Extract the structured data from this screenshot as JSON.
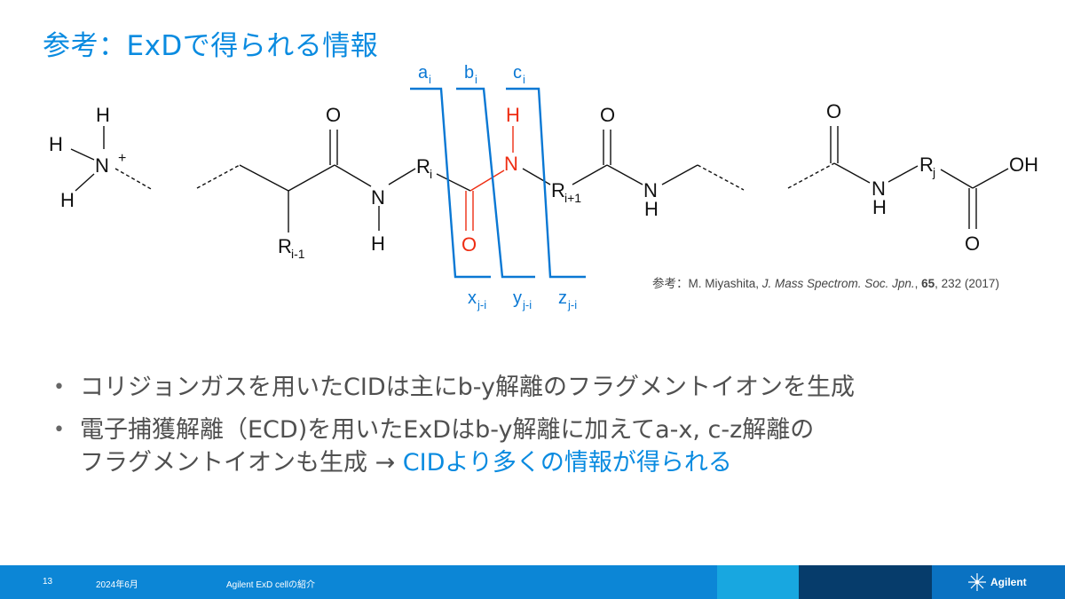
{
  "title": "参考：ExDで得られる情報",
  "diagram": {
    "ammonium": {
      "h_top": "H",
      "h_left": "H",
      "n": "N",
      "charge": "+",
      "h_bottom": "H"
    },
    "backbone": {
      "o1": "O",
      "n1": "N",
      "h1": "H",
      "r_i": "R",
      "r_i_sub": "i",
      "r_im1": "R",
      "r_im1_sub": "i-1",
      "o_red": "O",
      "n_red": "N",
      "h_red": "H",
      "r_ip1": "R",
      "r_ip1_sub": "i+1",
      "o2": "O",
      "n2": "N",
      "h2": "H"
    },
    "c_terminus": {
      "o3": "O",
      "n3": "N",
      "h3": "H",
      "r_j": "R",
      "r_j_sub": "j",
      "oh": "OH",
      "o4": "O"
    },
    "fragments_top": [
      {
        "letter": "a",
        "sub": "i"
      },
      {
        "letter": "b",
        "sub": "i"
      },
      {
        "letter": "c",
        "sub": "i"
      }
    ],
    "fragments_bottom": [
      {
        "letter": "x",
        "sub": "j-i"
      },
      {
        "letter": "y",
        "sub": "j-i"
      },
      {
        "letter": "z",
        "sub": "j-i"
      }
    ]
  },
  "reference": {
    "prefix": "参考：M. Miyashita, ",
    "journal": "J. Mass Spectrom. Soc. Jpn.",
    "sep": ", ",
    "volume": "65",
    "rest": ", 232 (2017)"
  },
  "bullets": {
    "b1": "コリジョンガスを用いたCIDは主にb-y解離のフラグメントイオンを生成",
    "b2_line1": "電子捕獲解離（ECD)を用いたExDはb-y解離に加えてa-x, c-z解離の",
    "b2_line2": "フラグメントイオンも生成 ",
    "b2_arrow": "→",
    "b2_highlight": " CIDより多くの情報が得られる",
    "bullet_char": "•"
  },
  "footer": {
    "page": "13",
    "date": "2024年6月",
    "doc_title": "Agilent ExD cellの紹介",
    "logo": "Agilent"
  },
  "colors": {
    "accent": "#0a8be0",
    "red": "#ee2d12",
    "footer_blue": "#0c86d6",
    "footer_dark": "#063c6b"
  }
}
